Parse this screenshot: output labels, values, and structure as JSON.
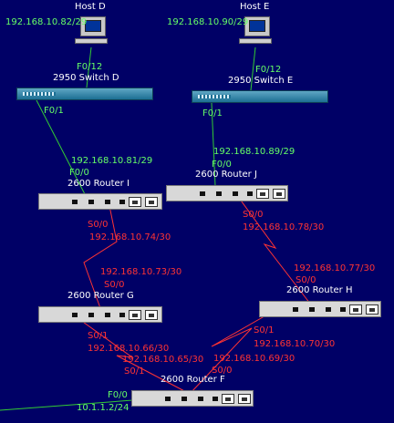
{
  "hosts": {
    "d": {
      "name": "Host D",
      "ip": "192.168.10.82/29"
    },
    "e": {
      "name": "Host E",
      "ip": "192.168.10.90/29"
    }
  },
  "switches": {
    "d": {
      "name": "2950 Switch D",
      "port_up": "F0/12",
      "port_down": "F0/1"
    },
    "e": {
      "name": "2950 Switch E",
      "port_up": "F0/12",
      "port_down": "F0/1"
    }
  },
  "routers": {
    "i": {
      "name": "2600 Router I",
      "lan_ip": "192.168.10.81/29",
      "lan_if": "F0/0",
      "s_if": "S0/0",
      "s_ip": "192.168.10.74/30"
    },
    "j": {
      "name": "2600 Router J",
      "lan_ip": "192.168.10.89/29",
      "lan_if": "F0/0",
      "s_if": "S0/0",
      "s_ip": "192.168.10.78/30"
    },
    "g": {
      "name": "2600 Router G",
      "s0_ip": "192.168.10.73/30",
      "s0_if": "S0/0",
      "s1_if": "S0/1",
      "s1_ip": "192.168.10.66/30"
    },
    "h": {
      "name": "2600 Router H",
      "s0_ip": "192.168.10.77/30",
      "s0_if": "S0/0",
      "s1_if": "S0/1",
      "s1_ip": "192.168.10.70/30"
    },
    "f": {
      "name": "2600 Router F",
      "ip_to_g": "192.168.10.65/30",
      "if_to_g": "S0/1",
      "ip_to_h": "192.168.10.69/30",
      "if_to_h": "S0/0",
      "lan_if": "F0/0",
      "lan_ip": "10.1.1.2/24"
    }
  },
  "colors": {
    "background": "#000066",
    "ethernet_link": "#33cc33",
    "serial_link": "#ff3333",
    "text": "#ffffff"
  }
}
